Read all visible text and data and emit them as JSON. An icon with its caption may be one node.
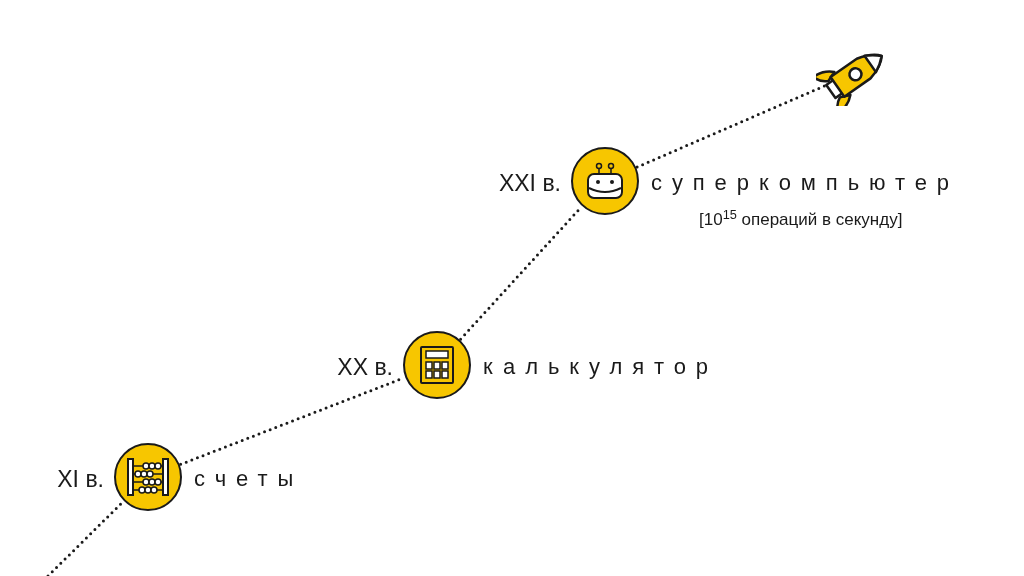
{
  "diagram": {
    "nodes": [
      {
        "text": [],
        "shape": "circle",
        "beside": [
          "XI в.",
          "счеты"
        ]
      },
      {
        "text": [],
        "shape": "circle",
        "beside": [
          "XX в.",
          "калькулятор"
        ]
      },
      {
        "text": [],
        "shape": "circle",
        "beside": [
          "XXI в.",
          "суперкомпьютер",
          "[10$^{15}$ операций в секунду]"
        ]
      },
      {
        "text": [],
        "shape": "picture"
      }
    ],
    "edges": [
      {
        "from": null,
        "to": 0,
        "arrow": "none"
      },
      {
        "from": 0,
        "to": 1,
        "arrow": "none"
      },
      {
        "from": 1,
        "to": 2,
        "arrow": "none"
      },
      {
        "from": 2,
        "to": 3,
        "arrow": "none"
      }
    ]
  }
}
